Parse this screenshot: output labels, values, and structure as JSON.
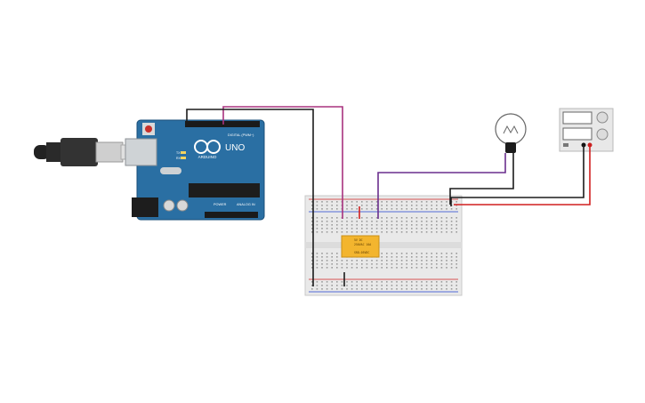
{
  "arduino": {
    "logo_text": "ARDUINO",
    "model": "UNO",
    "digital_label": "DIGITAL (PWM~)",
    "power_label": "POWER",
    "analog_label": "ANALOG IN",
    "tx_label": "TX",
    "rx_label": "RX"
  },
  "relay": {
    "line1": "5V DC",
    "line2": "250VAC 10A",
    "line3": "SRD-05VDC"
  },
  "colors": {
    "arduino_board": "#2a6fa3",
    "breadboard": "#e9e9e9",
    "wire_magenta": "#a8327e",
    "wire_purple": "#6a2f8e",
    "wire_black": "#1c1c1c",
    "wire_red": "#d11f1f",
    "relay": "#f3b52e"
  }
}
